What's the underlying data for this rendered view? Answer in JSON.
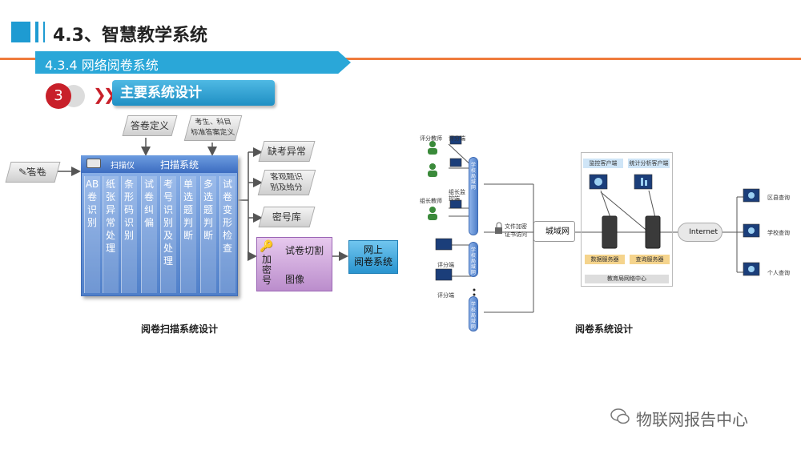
{
  "header": {
    "title": "4.3、智慧教学系统",
    "subtitle": "4.3.4 网络阅卷系统",
    "section_number": "3",
    "section_title": "主要系统设计"
  },
  "scan_diagram": {
    "answer_sheet": "答卷",
    "answer_def": "答卷定义",
    "candidate_def": [
      "考生、科目",
      "标准答案定义"
    ],
    "scanner": "扫描仪",
    "scan_system": "扫描系统",
    "columns": [
      "AB卷识别",
      "纸张异常处理",
      "条形码识别",
      "试卷纠偏",
      "考号识别及处理",
      "单选题判断",
      "多选题判断",
      "试卷变形检查"
    ],
    "outputs": {
      "absent": "缺考异常",
      "objective": [
        "客观题识",
        "别及给分"
      ],
      "secret": "密号库",
      "cut": "试卷切割",
      "encrypt": "加密号",
      "image": "图像",
      "online": [
        "网上",
        "阅卷系统"
      ]
    },
    "caption": "阅卷扫描系统设计"
  },
  "network_diagram": {
    "left_clients": {
      "grading_teacher_1": "评分教师",
      "grading_end_1": "评分端",
      "group_leader": "组长教师",
      "monitor_end": "组长监控端",
      "grading_end_2": "评分端",
      "grading_end_3": "评分端"
    },
    "school_lan_1": "学校局域网",
    "school_lan_2": "学校局域网",
    "school_lan_3": "学校局域网",
    "encrypt": [
      "文件加密",
      "证书访问"
    ],
    "metro": "城域网",
    "monitor_client": "监控客户端",
    "stats_client": "统计分析客户端",
    "db_server": "数据服务器",
    "query_server": "查询服务器",
    "center": "教育局网络中心",
    "internet": "Internet",
    "queries": [
      "区县查询",
      "学校查询",
      "个人查询"
    ],
    "caption": "阅卷系统设计"
  },
  "watermark": "物联网报告中心",
  "colors": {
    "accent_blue": "#1e9bd2",
    "accent_orange": "#ef7b3c",
    "badge_red": "#c8202a"
  }
}
